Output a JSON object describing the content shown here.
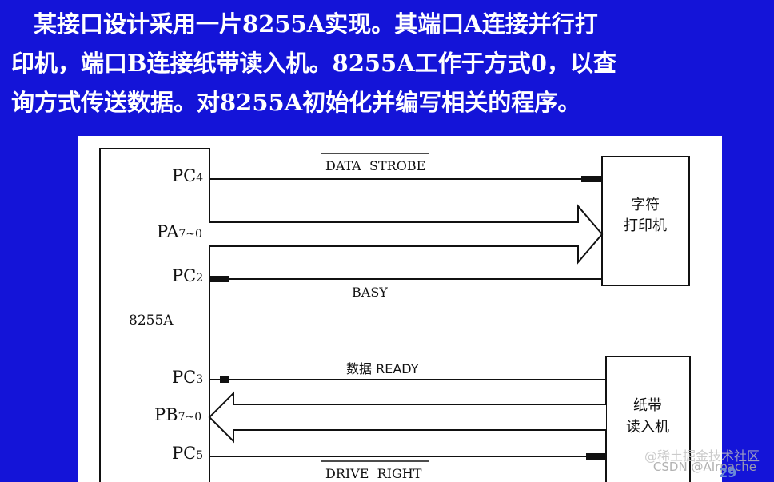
{
  "problem": {
    "line1": "某接口设计采用一片8255A实现。其端口A连接并行打",
    "line2": "印机，端口B连接纸带读入机。8255A工作于方式0，以查",
    "line3": "询方式传送数据。对8255A初始化并编写相关的程序。"
  },
  "diagram": {
    "chip_label": "8255A",
    "pins": {
      "pc4": {
        "main": "PC",
        "sub": "4"
      },
      "pa": {
        "main": "PA",
        "sub": "7~0"
      },
      "pc2": {
        "main": "PC",
        "sub": "2"
      },
      "pc3": {
        "main": "PC",
        "sub": "3"
      },
      "pb": {
        "main": "PB",
        "sub": "7~0"
      },
      "pc5": {
        "main": "PC",
        "sub": "5"
      }
    },
    "signals": {
      "data_strobe": "DATA  STROBE",
      "basy": "BASY",
      "data_ready": "数据 READY",
      "drive_right": "DRIVE  RIGHT"
    },
    "printer": {
      "line1": "字符",
      "line2": "打印机"
    },
    "tape_reader": {
      "line1": "纸带",
      "line2": "读入机"
    }
  },
  "watermark_1": "@稀土掘金技术社区",
  "watermark_2": "CSDN @AIrpache",
  "page_number": "29"
}
